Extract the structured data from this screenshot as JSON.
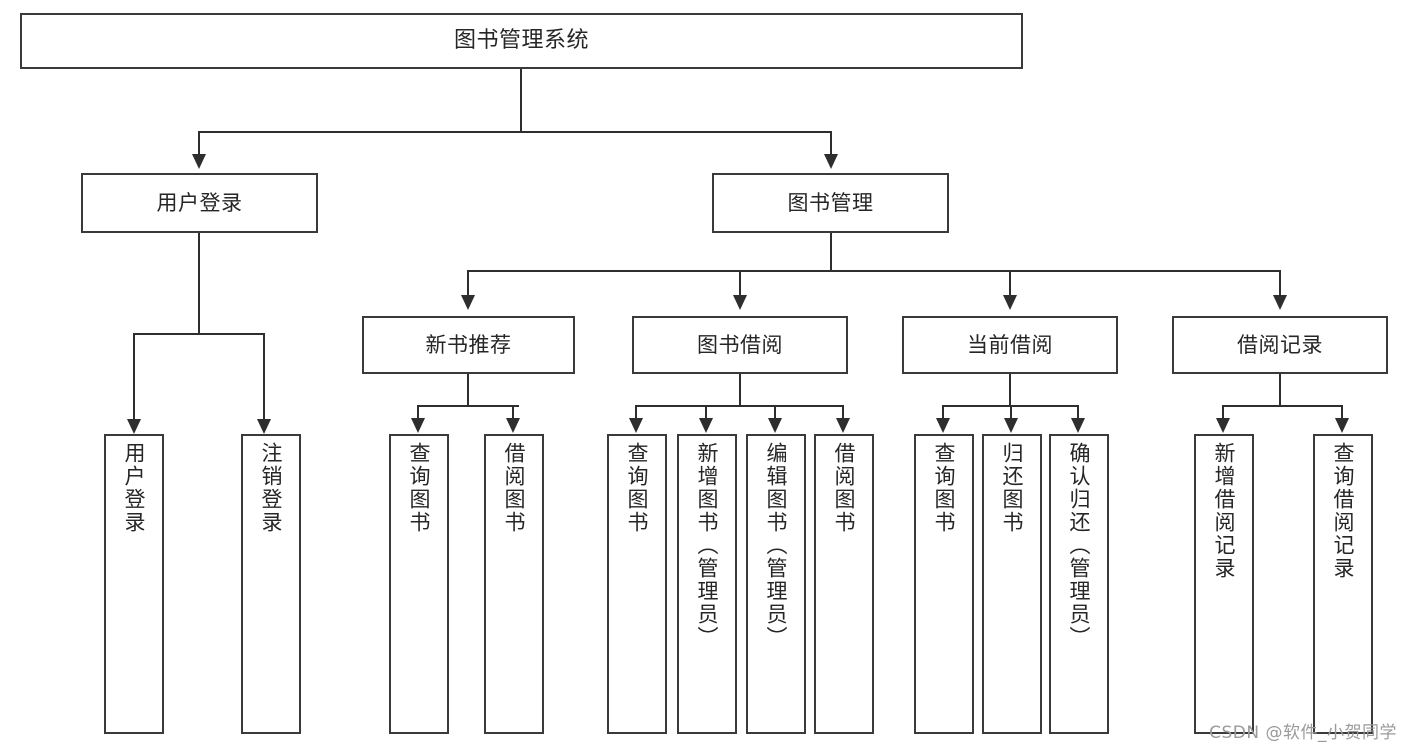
{
  "diagram": {
    "type": "tree",
    "title": "图书管理系统",
    "watermark": "CSDN @软件_小贺同学",
    "root": {
      "label": "图书管理系统"
    },
    "level2": [
      {
        "label": "用户登录"
      },
      {
        "label": "图书管理"
      }
    ],
    "level3": [
      {
        "label": "新书推荐"
      },
      {
        "label": "图书借阅"
      },
      {
        "label": "当前借阅"
      },
      {
        "label": "借阅记录"
      }
    ],
    "leaves": {
      "user_login": [
        {
          "label": "用户登录"
        },
        {
          "label": "注销登录"
        }
      ],
      "new_book_recommend": [
        {
          "label": "查询图书"
        },
        {
          "label": "借阅图书"
        }
      ],
      "book_borrow": [
        {
          "label": "查询图书"
        },
        {
          "label": "新增图书（管理员）"
        },
        {
          "label": "编辑图书（管理员）"
        },
        {
          "label": "借阅图书"
        }
      ],
      "current_borrow": [
        {
          "label": "查询图书"
        },
        {
          "label": "归还图书"
        },
        {
          "label": "确认归还（管理员）"
        }
      ],
      "borrow_record": [
        {
          "label": "新增借阅记录"
        },
        {
          "label": "查询借阅记录"
        }
      ]
    },
    "colors": {
      "box_border": "#3a3a3a",
      "connector": "#2e2e2e",
      "text": "#262626",
      "background": "#ffffff",
      "watermark": "#9a9a9a"
    }
  }
}
